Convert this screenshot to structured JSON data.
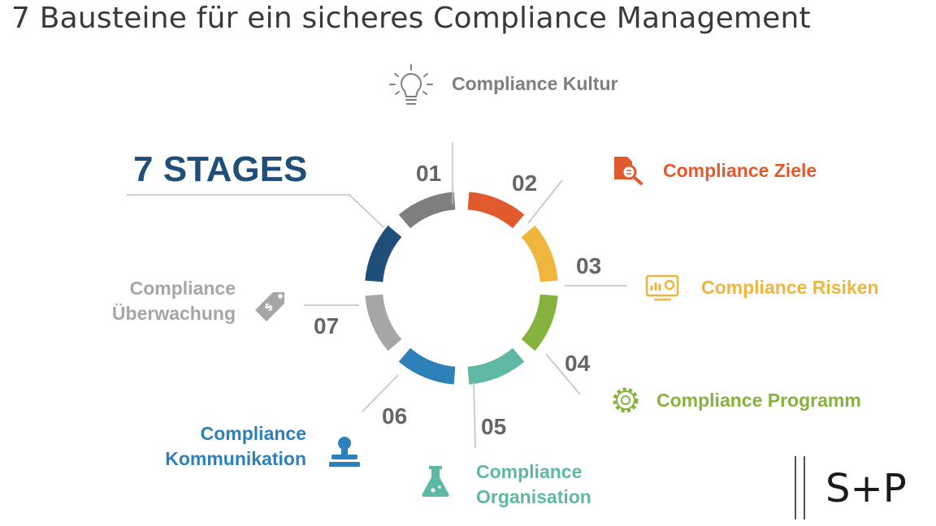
{
  "title": "7 Bausteine für ein sicheres Compliance Management",
  "stages_label": "7 STAGES",
  "brand": "S+P",
  "steps": [
    {
      "number": "01",
      "label": "Compliance Kultur",
      "color": "#7f7f7f",
      "label_color": "#7f7f7f",
      "icon": "lightbulb-icon"
    },
    {
      "number": "02",
      "label": "Compliance Ziele",
      "color": "#e15a2e",
      "label_color": "#e15a2e",
      "icon": "document-search-icon"
    },
    {
      "number": "03",
      "label": "Compliance Risiken",
      "color": "#efb53d",
      "label_color": "#efb53d",
      "icon": "monitor-chart-icon"
    },
    {
      "number": "04",
      "label": "Compliance Programm",
      "color": "#86b33d",
      "label_color": "#86b33d",
      "icon": "gear-icon"
    },
    {
      "number": "05",
      "label_line1": "Compliance",
      "label_line2": "Organisation",
      "color": "#5fb8a3",
      "label_color": "#5fb8a3",
      "icon": "flask-icon"
    },
    {
      "number": "06",
      "label_line1": "Compliance",
      "label_line2": "Kommunikation",
      "color": "#2e81b8",
      "label_color": "#2e81b8",
      "icon": "stamp-icon"
    },
    {
      "number": "07",
      "label_line1": "Compliance",
      "label_line2": "Überwachung",
      "color": "#a6a6a6",
      "label_color": "#a6a6a6",
      "icon": "price-tag-icon"
    }
  ],
  "stages_segment_color": "#1f4e79"
}
